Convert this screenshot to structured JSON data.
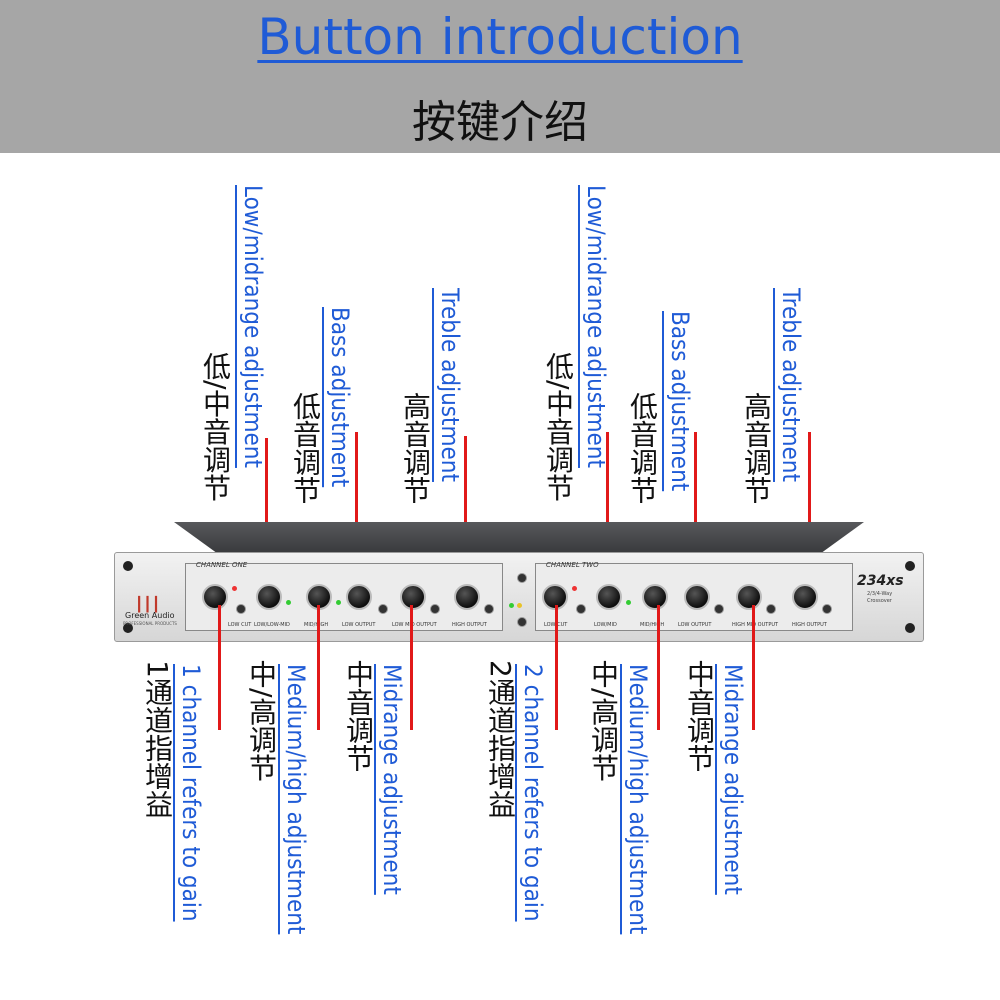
{
  "header": {
    "title_en": "Button introduction",
    "title_cn": "按键介绍"
  },
  "top_labels": [
    {
      "en": "Low/midrange adjustment",
      "cn": "低/中音调节"
    },
    {
      "en": "Bass adjustment",
      "cn": "低音调节"
    },
    {
      "en": "Treble adjustment",
      "cn": "高音调节"
    },
    {
      "en": "Low/midrange adjustment",
      "cn": "低/中音调节"
    },
    {
      "en": "Bass adjustment",
      "cn": "低音调节"
    },
    {
      "en": "Treble adjustment",
      "cn": "高音调节"
    }
  ],
  "bottom_labels": [
    {
      "cn": "1通道指增益",
      "en": "1 channel refers to gain"
    },
    {
      "cn": "中/高调节",
      "en": "Medium/high adjustment"
    },
    {
      "cn": "中音调节",
      "en": "Midrange adjustment"
    },
    {
      "cn": "2通道指增益",
      "en": "2 channel refers to gain"
    },
    {
      "cn": "中/高调节",
      "en": "Medium/high adjustment"
    },
    {
      "cn": "中音调节",
      "en": "Midrange adjustment"
    }
  ],
  "device": {
    "brand": "Green Audio",
    "brand_sub": "PROFESSIONAL PRODUCTS",
    "channel_one": "CHANNEL ONE",
    "channel_two": "CHANNEL TWO",
    "model": "234xs",
    "model_sub1": "2/3/4-Way",
    "model_sub2": "Crossover",
    "ch1_labels": [
      "LOW CUT",
      "LOW/LOW-MID",
      "MID/HIGH",
      "LOW OUTPUT",
      "LOW MID OUTPUT",
      "HIGH OUTPUT"
    ],
    "ch2_labels": [
      "LOW CUT",
      "LOW/MID",
      "MID/HIGH",
      "LOW OUTPUT",
      "HIGH MID OUTPUT",
      "HIGH OUTPUT"
    ]
  },
  "colors": {
    "header_bg": "#a6a6a6",
    "title_blue": "#1f5bd6",
    "leader_red": "#e11919"
  }
}
